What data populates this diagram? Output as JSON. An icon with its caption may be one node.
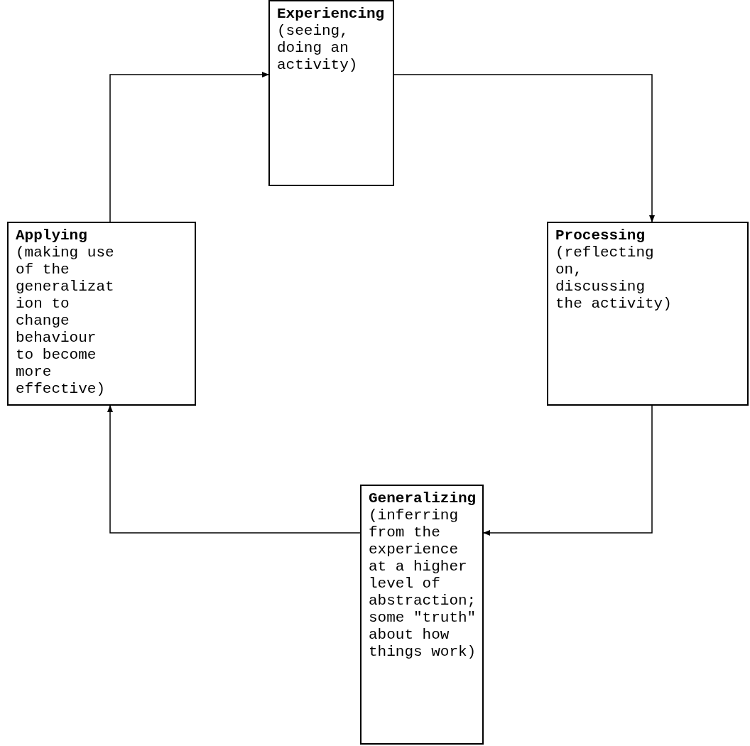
{
  "diagram": {
    "nodes": [
      {
        "text": [
          "Experiencing",
          "(seeing, doing an activity)"
        ]
      },
      {
        "text": [
          "Applying",
          "(making use of the generalization to change behaviour to become more effective)"
        ]
      },
      {
        "text": [
          "Processing",
          "(reflecting on, discussing the activity)"
        ]
      },
      {
        "text": [
          "Generalizing",
          "(inferring from the experience at a higher level of abstraction; some \"truth\" about how things work)"
        ]
      }
    ],
    "edges": [
      {
        "from": 0,
        "to": 2,
        "arrow": "to"
      },
      {
        "from": 2,
        "to": 3,
        "arrow": "to"
      },
      {
        "from": 3,
        "to": 1,
        "arrow": "to"
      },
      {
        "from": 1,
        "to": 0,
        "arrow": "to"
      }
    ]
  }
}
